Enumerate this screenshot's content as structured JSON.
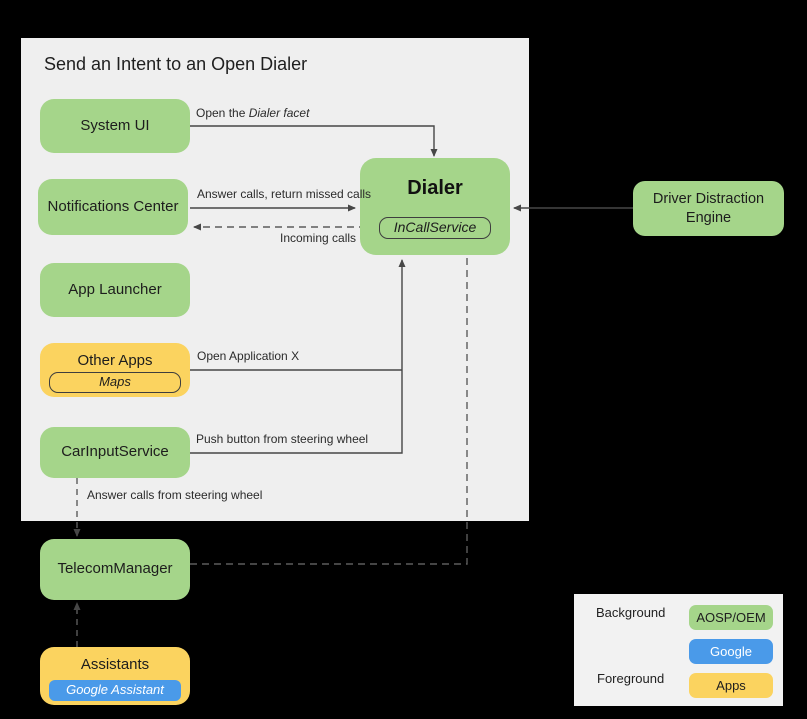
{
  "title": "Send an Intent to an Open Dialer",
  "colors": {
    "aosp_oem_green": "#a5d58a",
    "google_blue": "#4a9ae9",
    "apps_yellow": "#fbd35f",
    "panel_gray": "#efefef",
    "page_background": "#000000"
  },
  "nodes": {
    "system_ui": {
      "label": "System UI"
    },
    "notifications_center": {
      "label": "Notifications Center"
    },
    "app_launcher": {
      "label": "App Launcher"
    },
    "other_apps": {
      "label": "Other Apps",
      "sub": "Maps"
    },
    "car_input_service": {
      "label": "CarInputService"
    },
    "telecom_manager": {
      "label": "TelecomManager"
    },
    "assistants": {
      "label": "Assistants",
      "sub": "Google Assistant"
    },
    "dialer": {
      "label": "Dialer",
      "sub": "InCallService"
    },
    "driver_distraction_engine": {
      "label": "Driver Distraction Engine"
    }
  },
  "edges": {
    "open_dialer_facet_prefix": "Open the ",
    "open_dialer_facet_emphasis": "Dialer facet",
    "answer_calls": "Answer calls, return missed calls",
    "incoming_calls": "Incoming calls",
    "open_application_x": "Open Application X",
    "push_button": "Push button from steering wheel",
    "answer_calls_steering": "Answer calls from steering wheel"
  },
  "legend": {
    "background_label": "Background",
    "foreground_label": "Foreground",
    "items": [
      {
        "label": "AOSP/OEM",
        "color": "#a5d58a"
      },
      {
        "label": "Google",
        "color": "#4a9ae9"
      },
      {
        "label": "Apps",
        "color": "#fbd35f"
      }
    ]
  }
}
